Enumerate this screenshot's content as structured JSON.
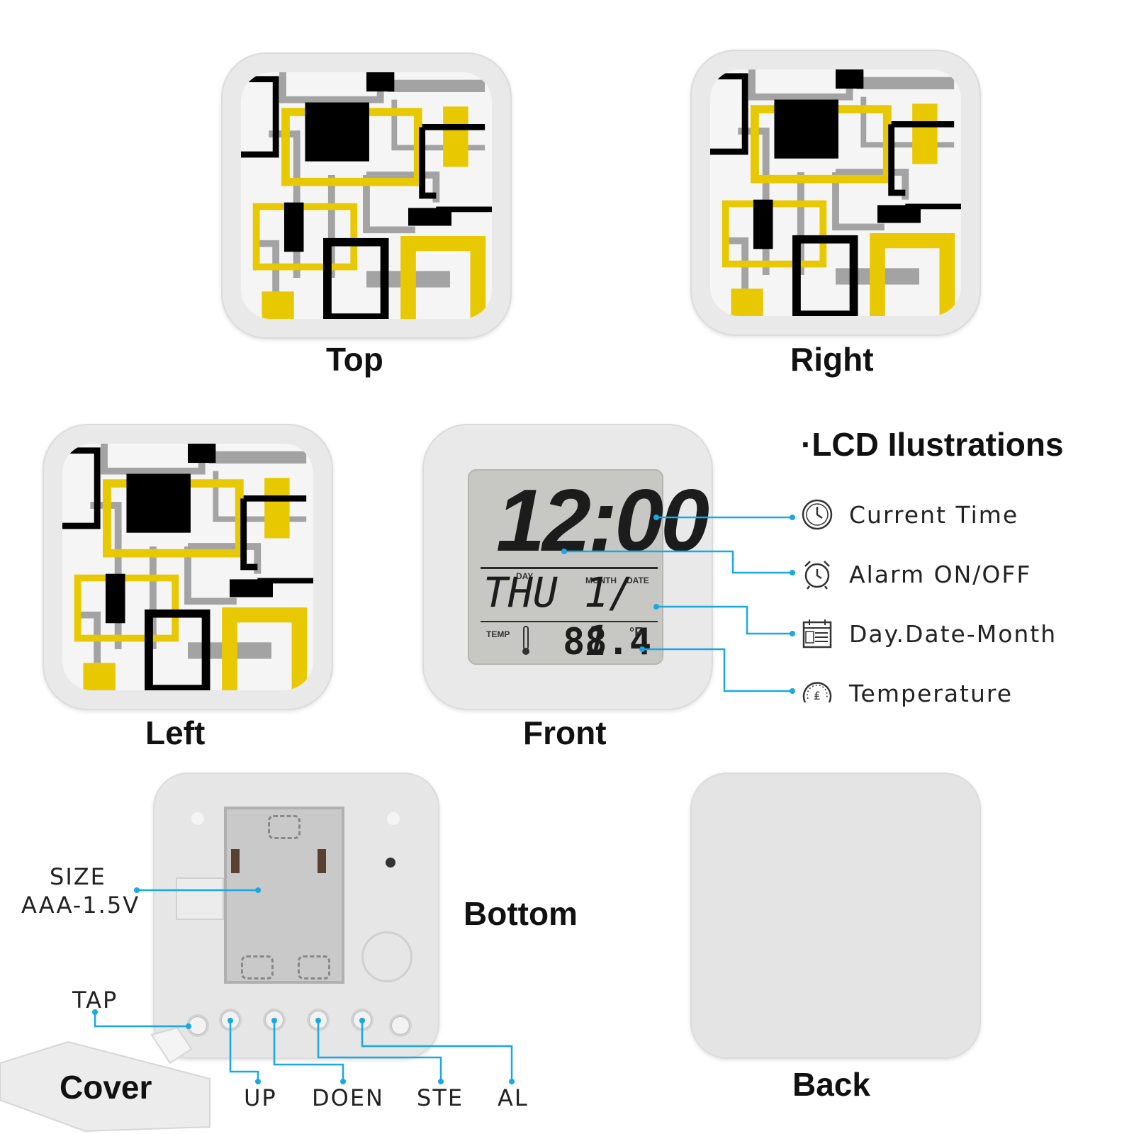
{
  "views": {
    "top": "Top",
    "right": "Right",
    "left": "Left",
    "front": "Front",
    "bottom": "Bottom",
    "back": "Back",
    "cover": "Cover"
  },
  "legend": {
    "title": "·LCD Ilustrations",
    "items": [
      {
        "label": "Current Time",
        "icon": "clock-icon"
      },
      {
        "label": "Alarm ON/OFF",
        "icon": "alarm-clock-icon"
      },
      {
        "label": "Day.Date-Month",
        "icon": "calendar-icon"
      },
      {
        "label": "Temperature",
        "icon": "thermometer-gauge-icon"
      }
    ]
  },
  "lcd": {
    "time": "12:00",
    "day_label": "DAY",
    "month_label": "MONTH",
    "date_label": "DATE",
    "day": "THU",
    "date": "1/ 1",
    "temp_label": "TEMP",
    "temp_value": "88.4",
    "temp_unit": "°F"
  },
  "bottom_callouts": {
    "size_line1": "SIZE",
    "size_line2": "AAA-1.5V",
    "tap": "TAP",
    "up": "UP",
    "doen": "DOEN",
    "ste": "STE",
    "al": "AL"
  },
  "colors": {
    "yellow": "#e8c800",
    "black": "#000000",
    "gray": "#a3a3a3",
    "callout_line": "#19a8e3"
  }
}
